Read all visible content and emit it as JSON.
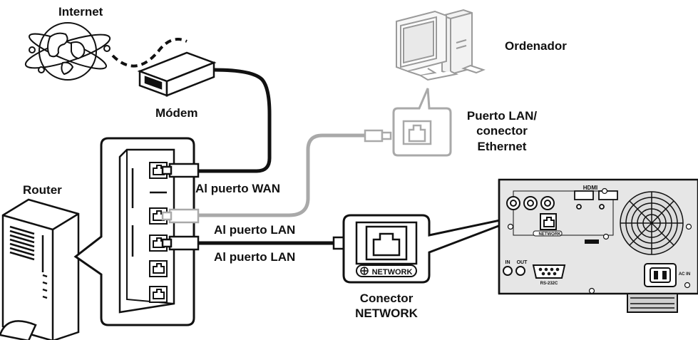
{
  "labels": {
    "internet": "Internet",
    "modem": "Módem",
    "computer": "Ordenador",
    "lan_port_line1": "Puerto LAN/",
    "lan_port_line2": "conector",
    "lan_port_line3": "Ethernet",
    "router": "Router",
    "to_wan": "Al puerto WAN",
    "to_lan_1": "Al puerto LAN",
    "to_lan_2": "Al puerto LAN",
    "connector_line1": "Conector",
    "connector_line2": "NETWORK",
    "network_badge": "NETWORK",
    "network_badge_small": "NETWORK",
    "hdmi_logo": "HDMI",
    "panel_in": "IN",
    "panel_out": "OUT",
    "panel_rs232c": "RS-232C",
    "panel_ac_in": "AC IN"
  },
  "colors": {
    "line": "#111111",
    "gray_cable": "#a9a9a9",
    "computer_gray": "#b3b3b3",
    "panel_face": "#e6e6e6"
  }
}
